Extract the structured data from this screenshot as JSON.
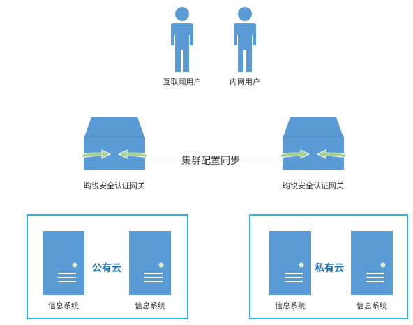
{
  "users": [
    {
      "label": "互联网用户",
      "icon": "user-icon"
    },
    {
      "label": "内网用户",
      "icon": "user-icon"
    }
  ],
  "gateways": [
    {
      "label": "昀锐安全认证网关",
      "icon": "gateway-switch-icon"
    },
    {
      "label": "昀锐安全认证网关",
      "icon": "gateway-switch-icon"
    }
  ],
  "sync": {
    "label": "集群配置同步"
  },
  "clouds": [
    {
      "label": "公有云",
      "servers": [
        {
          "label": "信息系统",
          "icon": "server-icon"
        },
        {
          "label": "信息系统",
          "icon": "server-icon"
        }
      ]
    },
    {
      "label": "私有云",
      "servers": [
        {
          "label": "信息系统",
          "icon": "server-icon"
        },
        {
          "label": "信息系统",
          "icon": "server-icon"
        }
      ]
    }
  ],
  "colors": {
    "icon_blue": "#5b9bd5",
    "icon_dark": "#4a86c0",
    "arrow_green": "#a9d18e",
    "box_border": "#29b6e8",
    "cloud_text": "#1f6fb3",
    "connector": "#5b9bd5"
  }
}
